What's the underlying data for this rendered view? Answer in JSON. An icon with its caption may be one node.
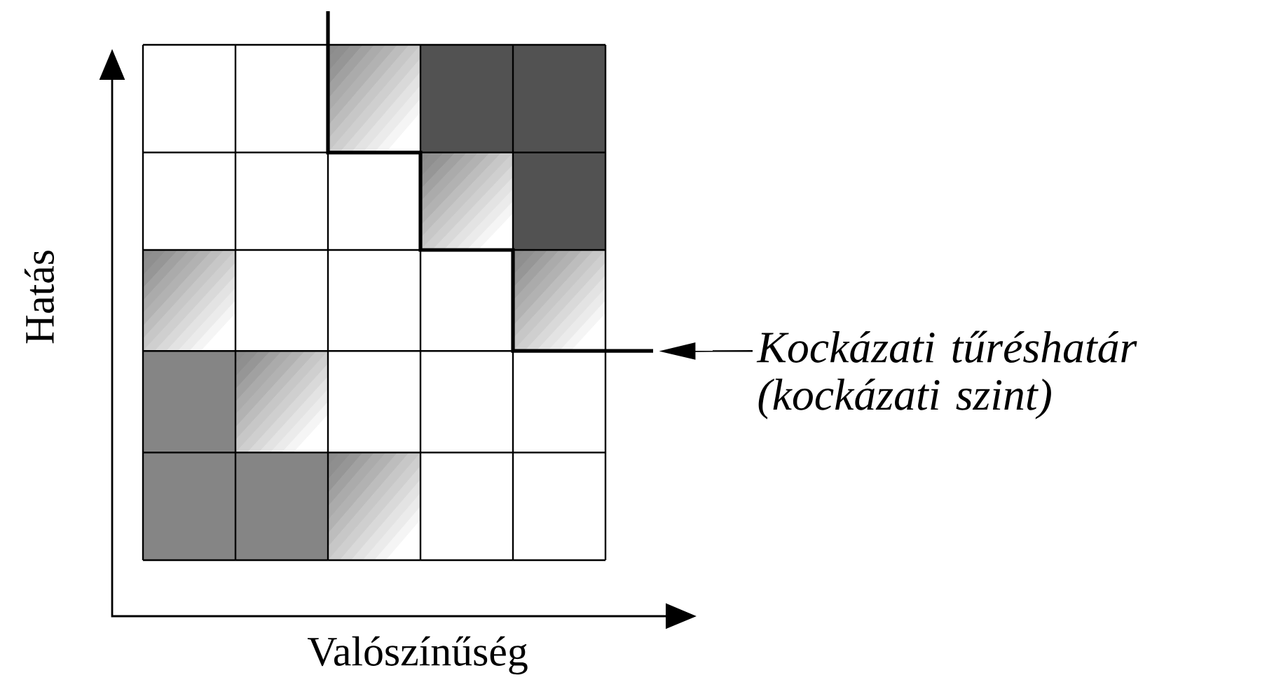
{
  "diagram": {
    "nodes": [
      {
        "text": [
          "Kockázati tűréshatár (kockázati szint)"
        ]
      },
      {
        "text": [],
        "shape": "line"
      }
    ],
    "edges": [
      {
        "from": 0,
        "to": 1,
        "arrow": "to"
      }
    ],
    "labels": [
      "Hatás",
      "Valószínűség"
    ]
  }
}
